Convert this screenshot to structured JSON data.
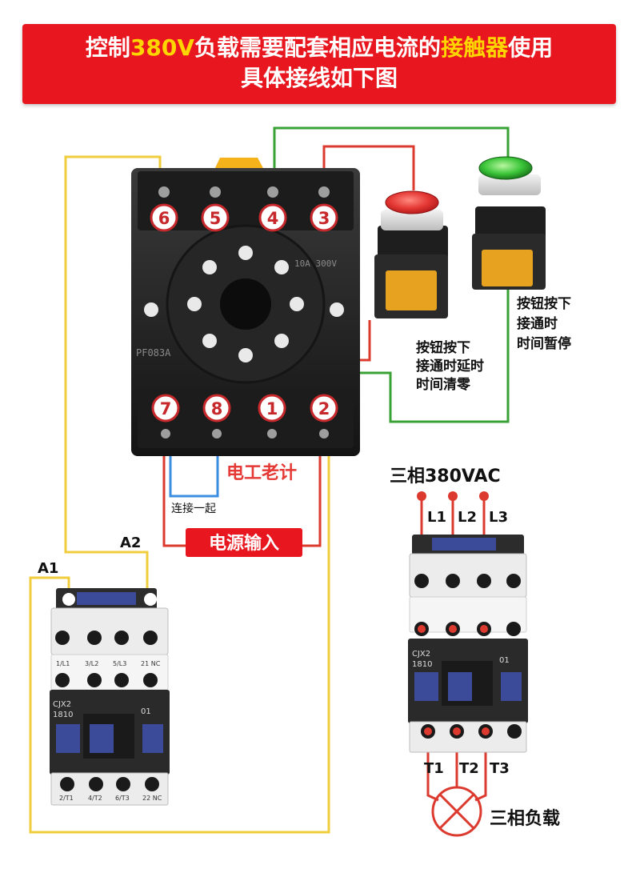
{
  "banner": {
    "line1_a": "控制",
    "line1_b": "380V",
    "line1_c": "负载需要配套相应电流的",
    "line1_d": "接触器",
    "line1_e": "使用",
    "line2": "具体接线如下图"
  },
  "relay_base": {
    "terminals_top": [
      "6",
      "5",
      "4",
      "3"
    ],
    "terminals_bottom": [
      "7",
      "8",
      "1",
      "2"
    ],
    "model_text": "PF083A",
    "rating_text": "10A 300V"
  },
  "labels": {
    "red_button": [
      "按钮按下",
      "接通时延时",
      "时间清零"
    ],
    "green_button": [
      "按钮按下",
      "接通时",
      "时间暂停"
    ],
    "watermark": "电工老计",
    "connect_together": "连接一起",
    "power_input": "电源输入",
    "a1": "A1",
    "a2": "A2",
    "three_phase": "三相380VAC",
    "phases": [
      "L1",
      "L2",
      "L3"
    ],
    "outputs": [
      "T1",
      "T2",
      "T3"
    ],
    "load": "三相负载"
  },
  "contactor": {
    "model": [
      "CJX2",
      "1810"
    ],
    "aux": "01",
    "top_terms": [
      "1/L1",
      "3/L2",
      "5/L3",
      "21 NC"
    ],
    "bottom_terms": [
      "2/T1",
      "4/T2",
      "6/T3",
      "22 NC"
    ]
  },
  "colors": {
    "banner_red": "#e8161e",
    "highlight_yellow": "#ffd500",
    "wire_yellow": "#f0cd3c",
    "wire_green": "#3aa135",
    "wire_red": "#dc3a2e",
    "wire_blue": "#3a8ee0",
    "body_black": "#222222",
    "coil_blue": "#3c4a9a"
  }
}
